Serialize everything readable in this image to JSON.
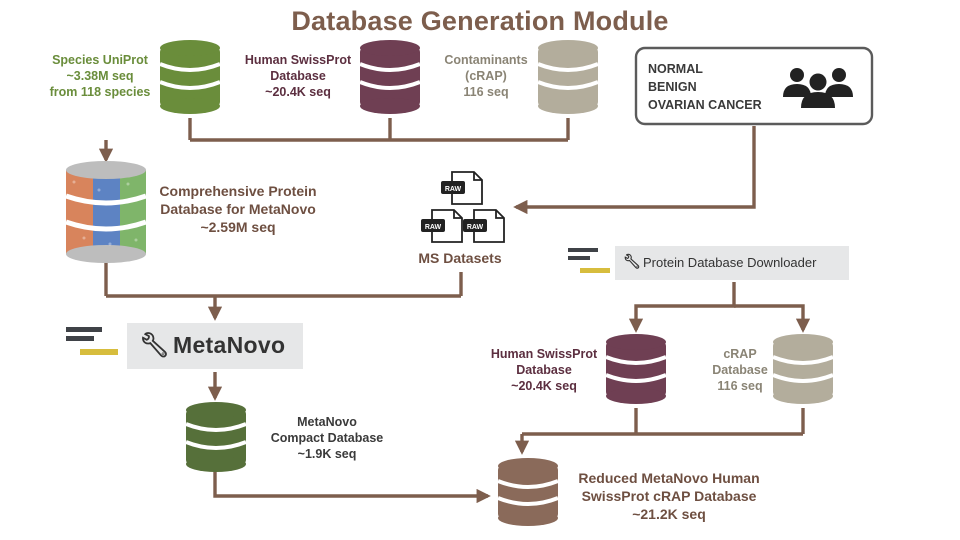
{
  "title": "Database Generation Module",
  "sources": {
    "species": {
      "lines": [
        "Species UniProt",
        "~3.38M seq",
        "from 118 species"
      ],
      "color": "#6a8d3b"
    },
    "human": {
      "lines": [
        "Human SwissProt",
        "Database",
        "~20.4K seq"
      ],
      "color": "#6f3f53"
    },
    "contaminants": {
      "lines": [
        "Contaminants",
        "(cRAP)",
        "116 seq"
      ],
      "color": "#a39d8c"
    }
  },
  "samples": {
    "lines": [
      "NORMAL",
      "BENIGN",
      "OVARIAN CANCER"
    ],
    "icon": "people-group-icon"
  },
  "comprehensive": {
    "lines": [
      "Comprehensive Protein",
      "Database for MetaNovo",
      "~2.59M seq"
    ]
  },
  "ms": {
    "file_label": "RAW",
    "label": "MS Datasets"
  },
  "metanovo_tool": {
    "label": "MetaNovo",
    "icon": "wrench-icon"
  },
  "downloader_tool": {
    "label": "Protein Database Downloader",
    "icon": "wrench-icon"
  },
  "compact": {
    "lines": [
      "MetaNovo",
      "Compact Database",
      "~1.9K seq"
    ]
  },
  "human_db2": {
    "lines": [
      "Human SwissProt",
      "Database",
      "~20.4K seq"
    ]
  },
  "crap_db2": {
    "lines": [
      "cRAP",
      "Database",
      "116 seq"
    ]
  },
  "reduced": {
    "lines": [
      "Reduced MetaNovo Human",
      "SwissProt cRAP Database",
      "~21.2K seq"
    ]
  },
  "colors": {
    "title": "#7d5e4d",
    "arrow": "#7d5e4d",
    "green_db": "#6a8d3b",
    "dark_green_db": "#56703a",
    "plum_db": "#6f3f53",
    "gray_db": "#b3ad9c",
    "brown_db": "#8a6a5a",
    "text_brown": "#6e4f41",
    "text_plum": "#5c2f40",
    "text_gray": "#8a8475",
    "logo_dark": "#3f4247",
    "logo_yellow": "#d7bd3d"
  }
}
